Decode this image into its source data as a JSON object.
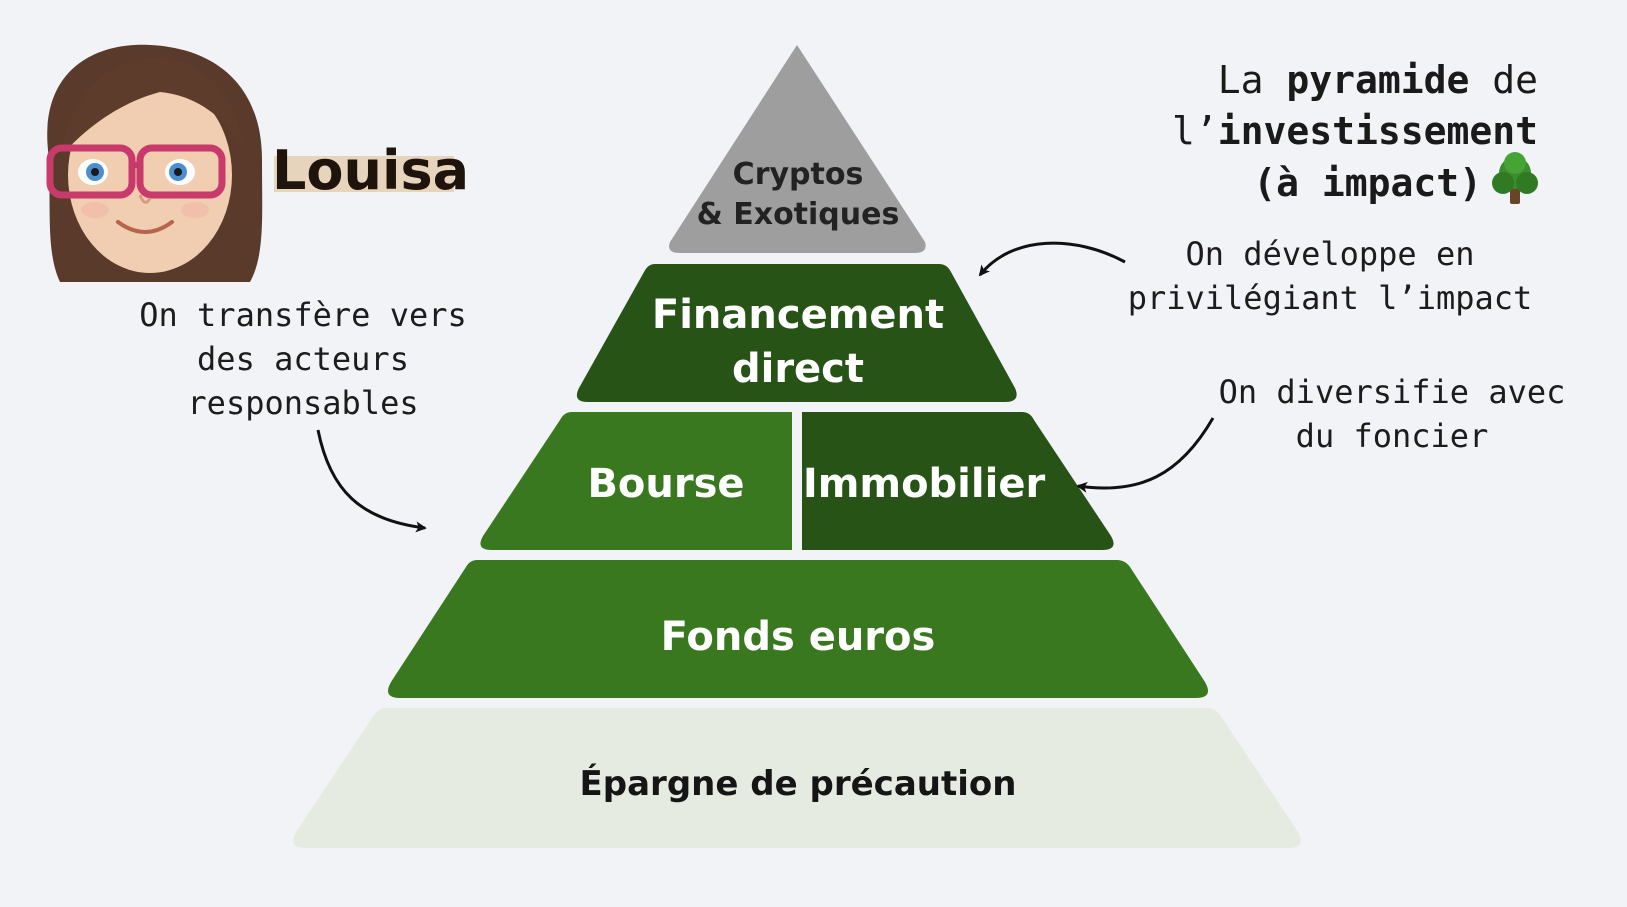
{
  "person": {
    "name": "Louisa"
  },
  "title": {
    "line1_pre": "La ",
    "line1_bold": "pyramide",
    "line1_post": " de",
    "line2_pre": "l’",
    "line2_bold": "investissement",
    "line3_bold": "(à impact)"
  },
  "pyramid": {
    "top": {
      "line1": "Cryptos",
      "line2": "& Exotiques"
    },
    "layer2": {
      "line1": "Financement",
      "line2": "direct"
    },
    "layer3_left": {
      "label": "Bourse"
    },
    "layer3_right": {
      "label": "Immobilier"
    },
    "layer4": {
      "label": "Fonds euros"
    },
    "base": {
      "label": "Épargne de précaution"
    }
  },
  "annotations": {
    "left": {
      "line1": "On transfère vers",
      "line2": "des acteurs",
      "line3": "responsables"
    },
    "right_top": {
      "line1": "On développe en",
      "line2": "privilégiant l’impact"
    },
    "right_mid": {
      "line1": "On diversifie avec",
      "line2": "du foncier"
    }
  },
  "colors": {
    "background": "#f2f3f7",
    "crypto_grey": "#9e9e9e",
    "dark_green": "#285317",
    "mid_green": "#3a7820",
    "pale_base": "#e5ebe1",
    "name_highlight": "#e6d4bd"
  },
  "icons": {
    "tree": "tree-icon",
    "avatar": "avatar-icon"
  }
}
